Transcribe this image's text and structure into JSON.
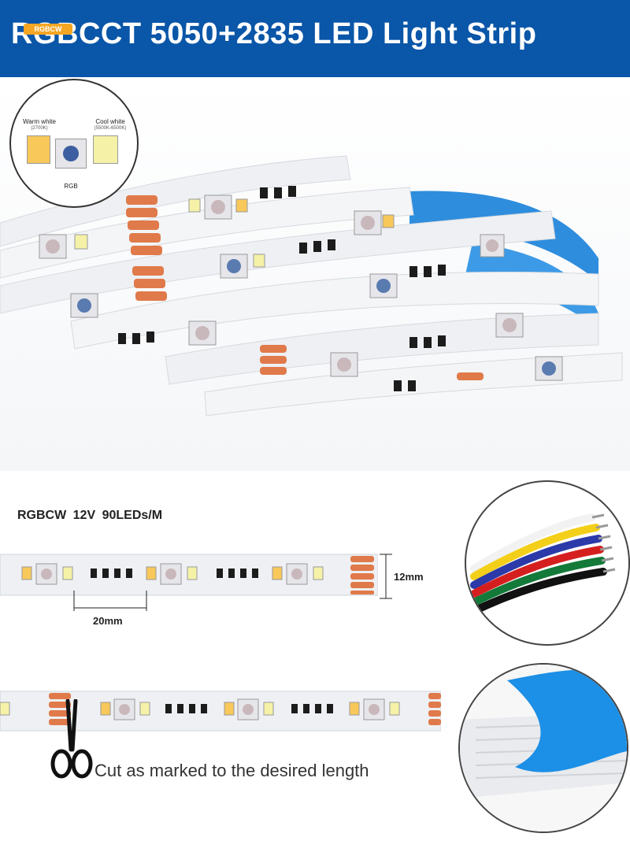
{
  "header": {
    "title": "RGBCCT 5050+2835 LED Light Strip",
    "background": "#0a56a8"
  },
  "inset": {
    "tag": "RGBCW",
    "warm_label": "Warm white",
    "warm_temp": "(2700K)",
    "cool_label": "Cool white",
    "cool_temp": "(5500K-6500K)",
    "rgb_label": "RGB"
  },
  "spec": {
    "label": "RGBCW 12V 90LEDs/M",
    "width_dim": "12mm",
    "spacing_dim": "20mm"
  },
  "cut": {
    "instruction": "Cut as marked to the desired length"
  },
  "icons": [
    "scissors-icon"
  ],
  "colors": {
    "strip": "#eef0f3",
    "copper_pad": "#e07a4a",
    "backing_blue": "#2f8ddd",
    "warm_white": "#f8c85a",
    "cool_white": "#f5f2a8"
  }
}
